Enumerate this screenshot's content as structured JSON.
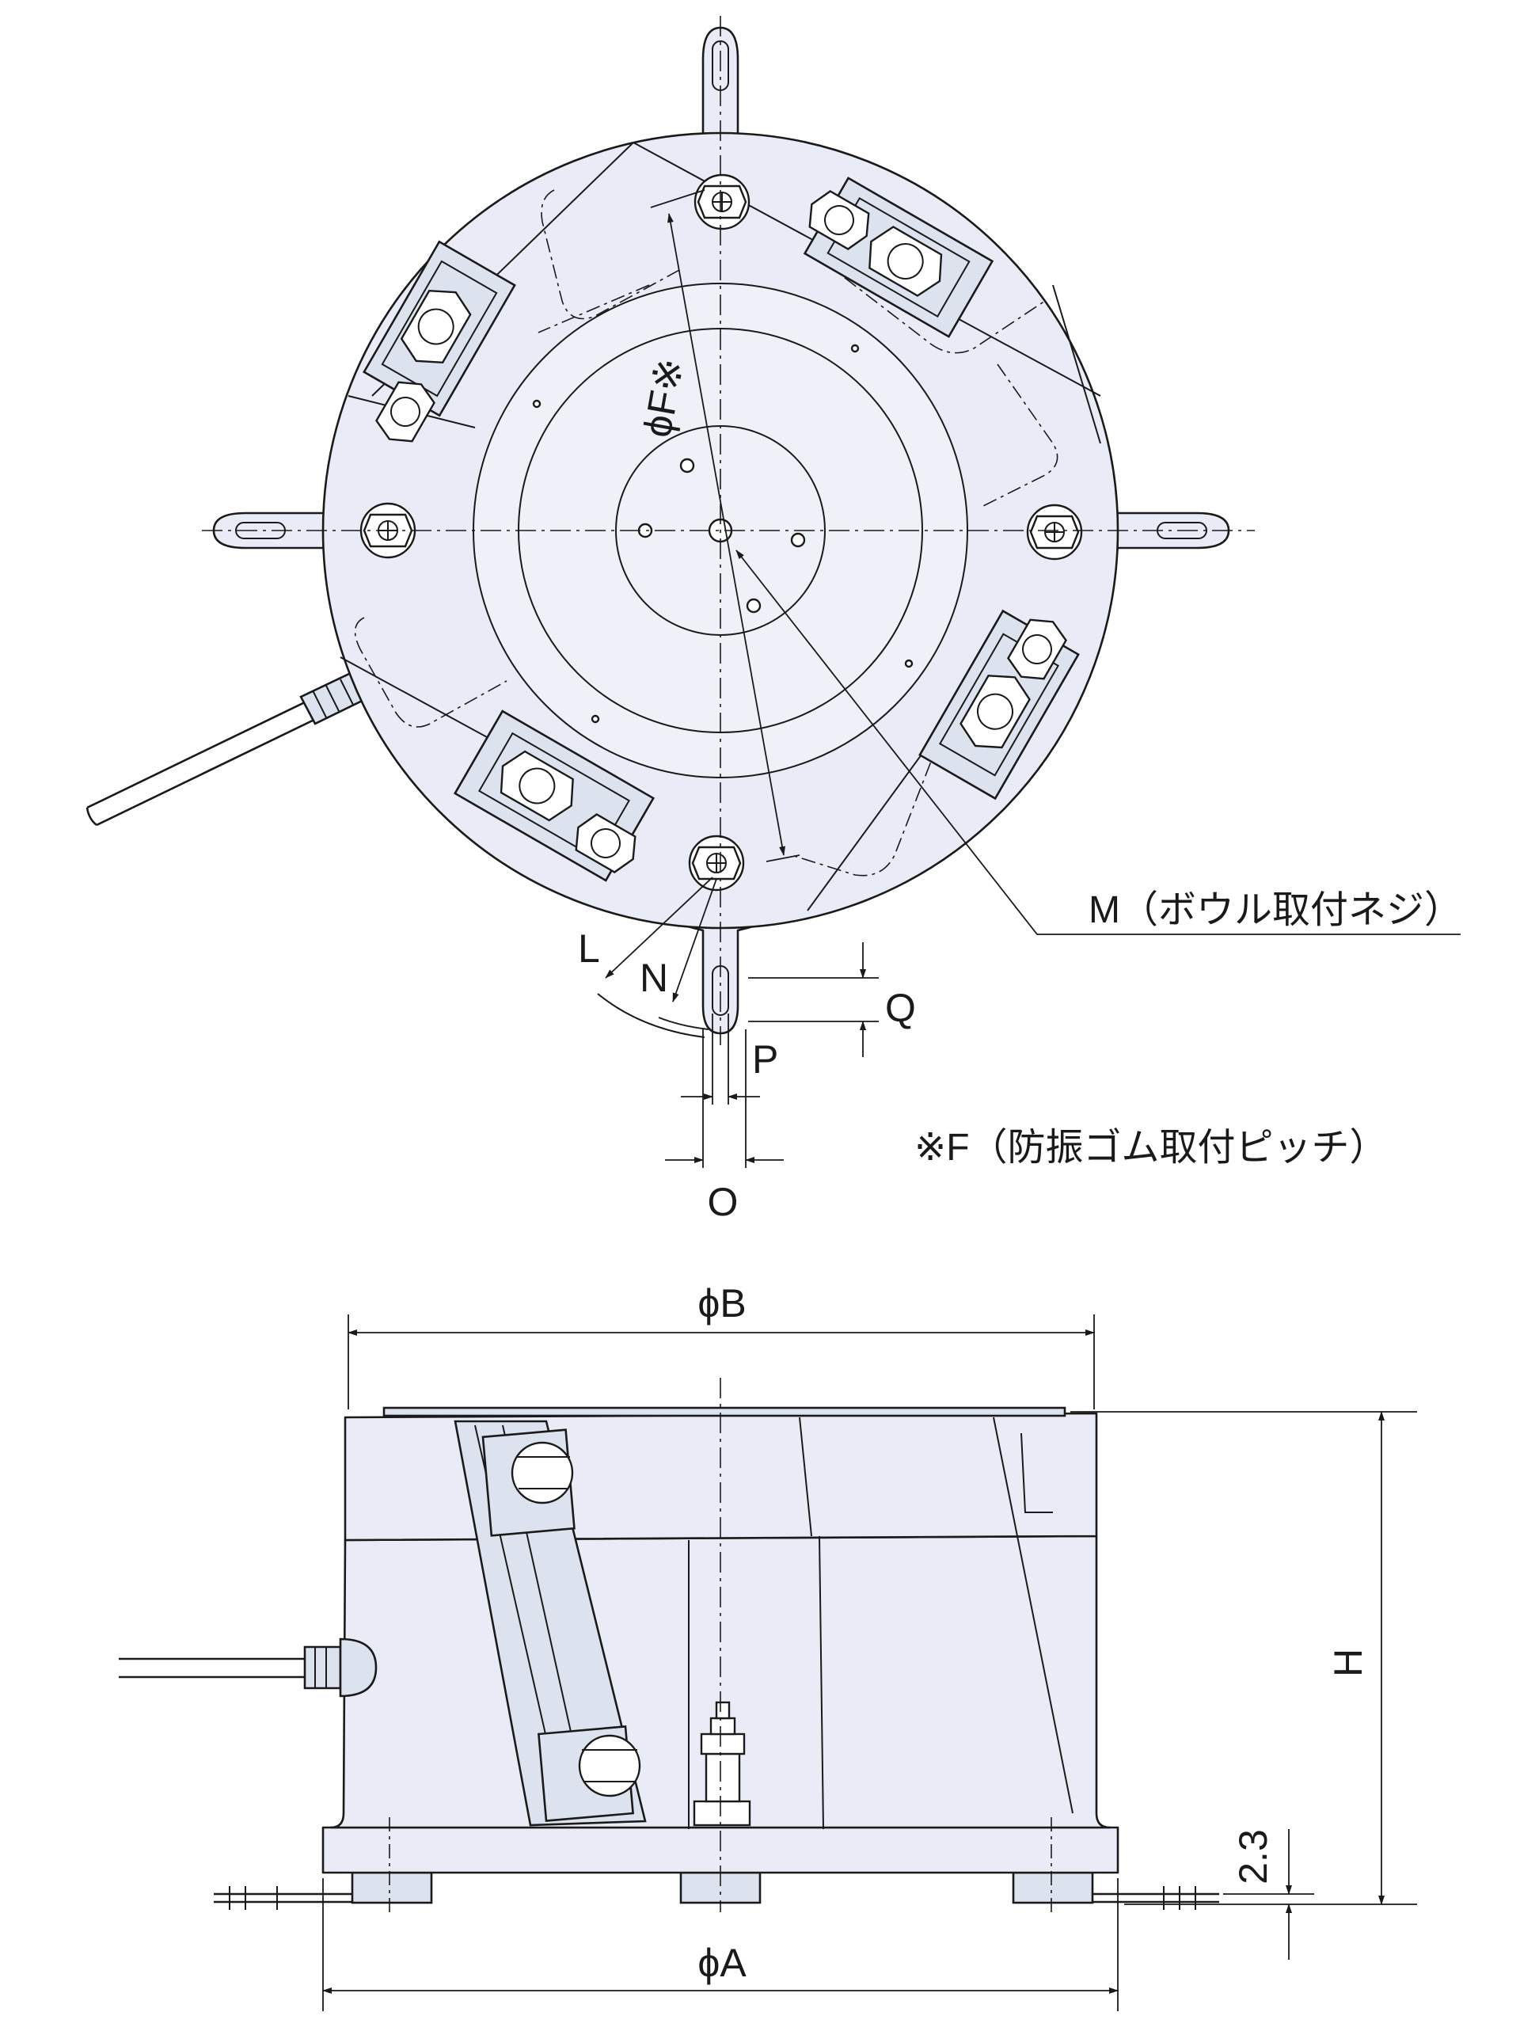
{
  "drawing": {
    "labels": {
      "phiF": "ϕF※",
      "L": "L",
      "N": "N",
      "Q": "Q",
      "P": "P",
      "O": "O",
      "M_note": "M（ボウル取付ネジ）",
      "F_note": "※F（防振ゴム取付ピッチ）",
      "phiB": "ϕB",
      "H": "H",
      "dim_23": "2.3",
      "phiA": "ϕA"
    }
  }
}
